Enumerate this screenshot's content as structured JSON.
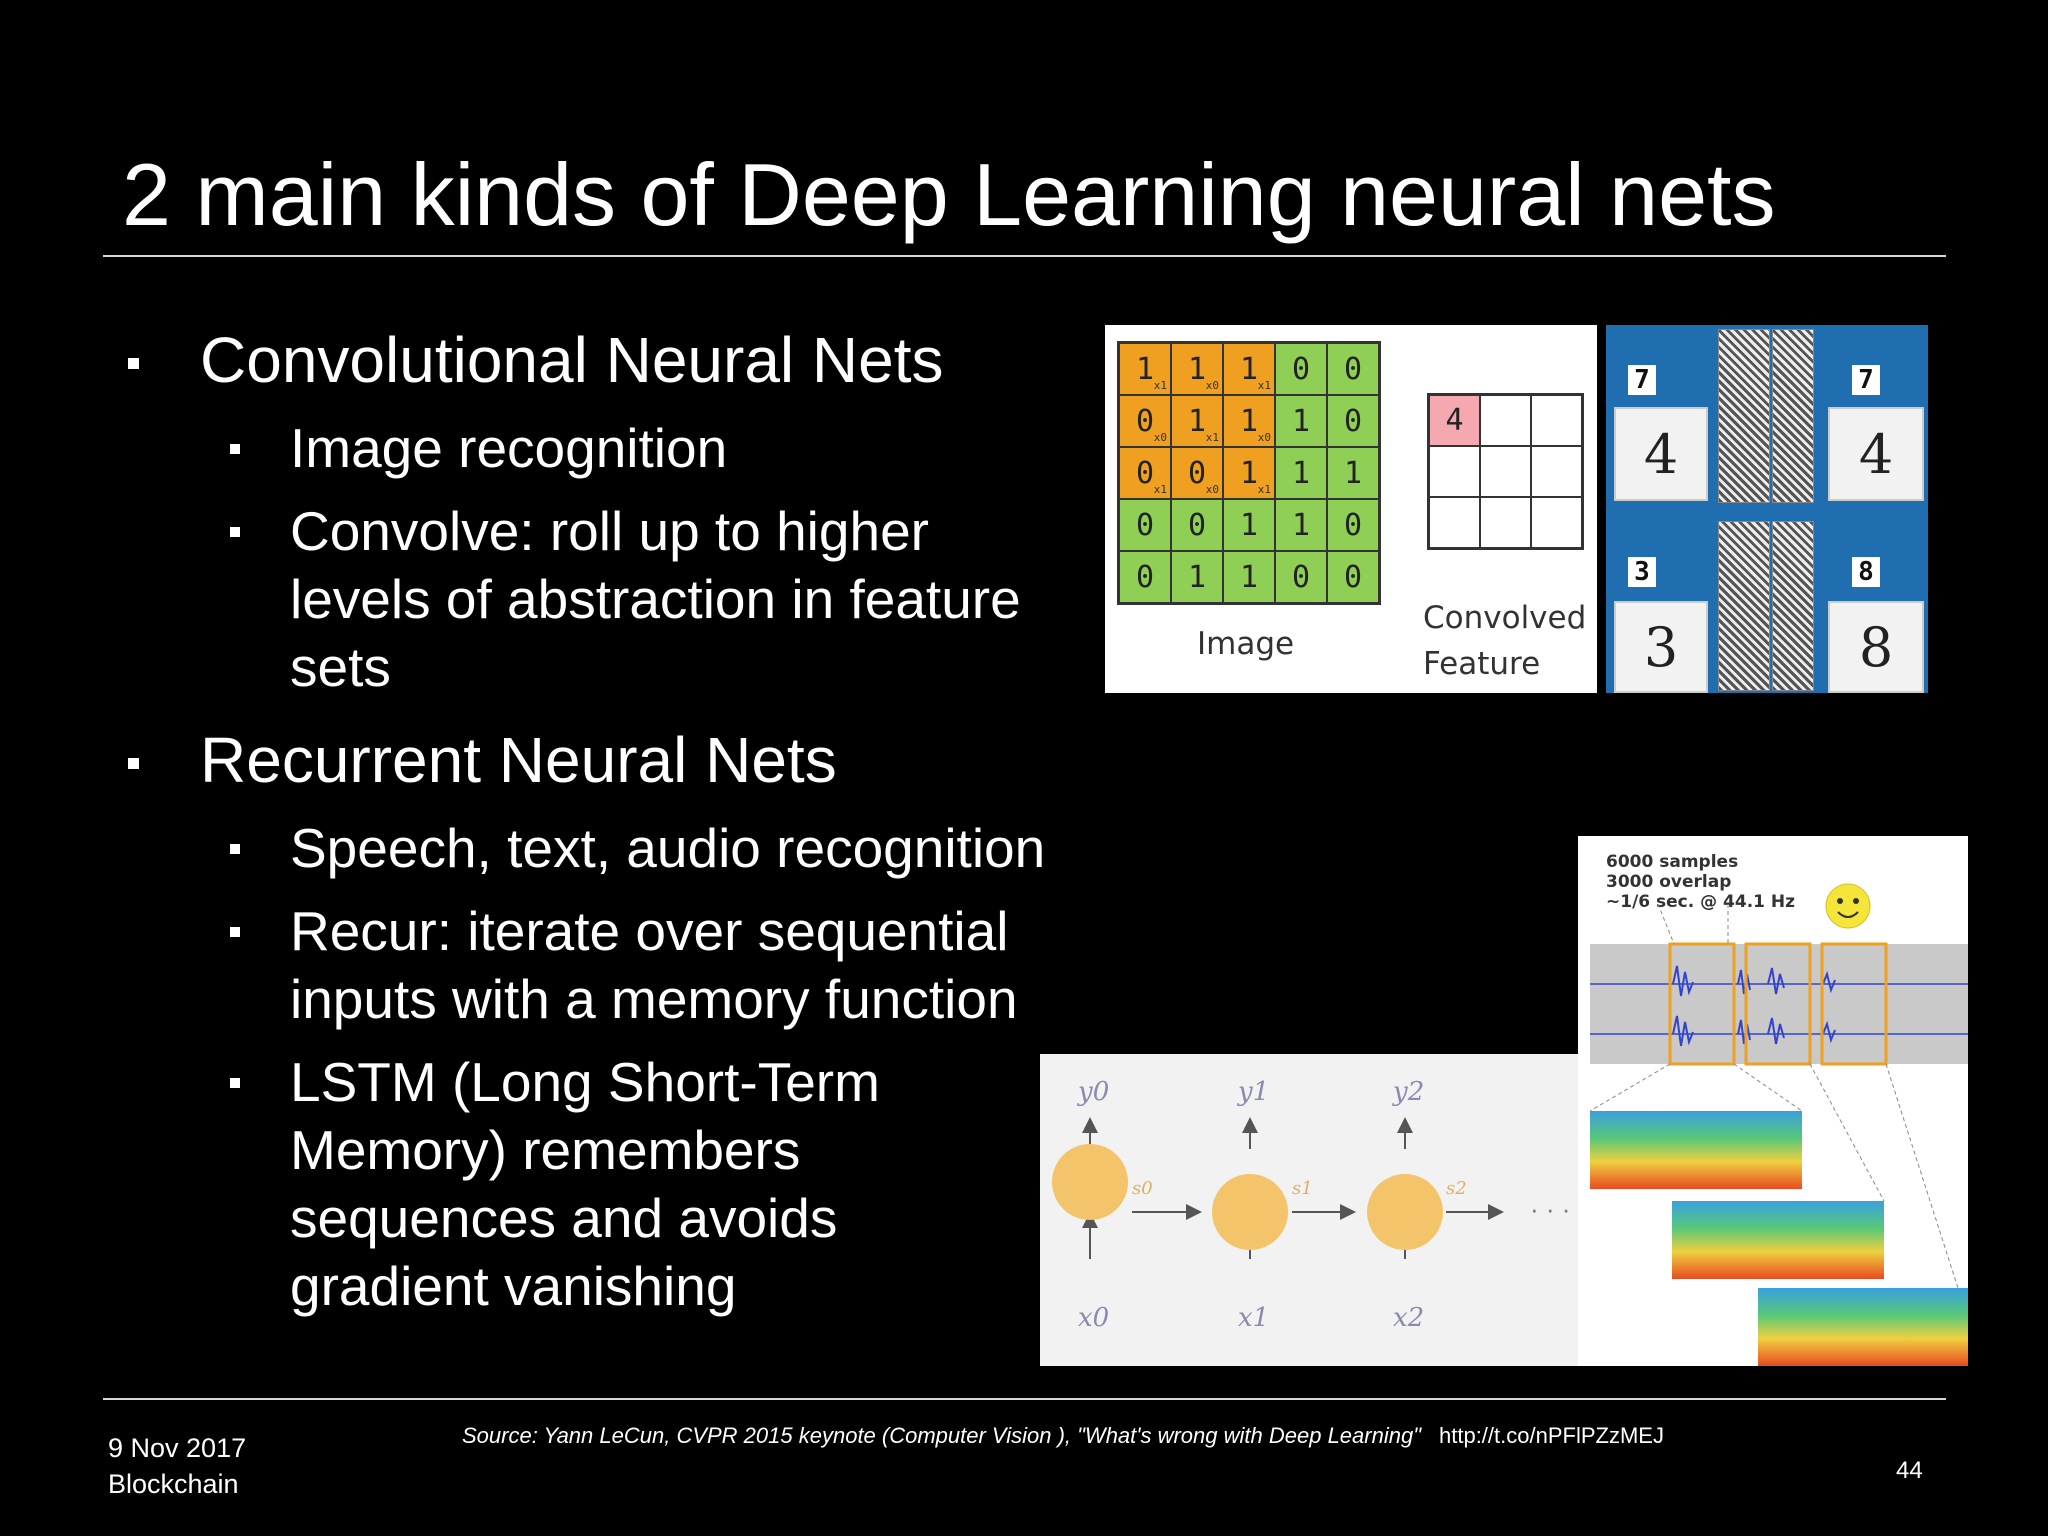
{
  "title": "2 main kinds of Deep Learning neural nets",
  "bullets": {
    "cnn": {
      "label": "Convolutional Neural Nets",
      "sub": [
        "Image recognition",
        "Convolve: roll up to higher",
        "levels of abstraction in feature",
        "sets"
      ]
    },
    "rnn": {
      "label": "Recurrent Neural Nets",
      "sub": [
        "Speech, text, audio recognition",
        "Recur: iterate over sequential",
        "inputs with a memory function",
        "LSTM (Long Short-Term",
        "Memory) remembers",
        "sequences and avoids",
        "gradient vanishing"
      ]
    }
  },
  "cnn_figure": {
    "image_label": "Image",
    "feature_label_1": "Convolved",
    "feature_label_2": "Feature",
    "result_value": "4",
    "grid": [
      [
        "1",
        "1",
        "1",
        "0",
        "0"
      ],
      [
        "0",
        "1",
        "1",
        "1",
        "0"
      ],
      [
        "0",
        "0",
        "1",
        "1",
        "1"
      ],
      [
        "0",
        "0",
        "1",
        "1",
        "0"
      ],
      [
        "0",
        "1",
        "1",
        "0",
        "0"
      ]
    ],
    "kernel_weights": [
      "x1",
      "x0",
      "x1",
      "x0",
      "x1",
      "x0",
      "x1",
      "x0",
      "x1"
    ]
  },
  "digits_figure": {
    "digits": [
      "4",
      "3",
      "8"
    ],
    "mini_labels": [
      "7",
      "3",
      "8"
    ]
  },
  "rnn_figure": {
    "outputs": [
      "y0",
      "y1",
      "y2"
    ],
    "inputs": [
      "x0",
      "x1",
      "x2"
    ],
    "states": [
      "s0",
      "s1",
      "s2"
    ],
    "ellipsis": "· · ·"
  },
  "audio_figure": {
    "line1": "6000 samples",
    "line2": "3000 overlap",
    "line3": "~1/6 sec. @ 44.1 Hz"
  },
  "footer": {
    "date": "9 Nov 2017",
    "topic": "Blockchain",
    "source": "Source: Yann LeCun, CVPR 2015 keynote (Computer Vision ), \"What's wrong with Deep Learning\"",
    "url": "http://t.co/nPFlPZzMEJ",
    "page": "44"
  },
  "colors": {
    "background": "#000000",
    "text": "#ffffff",
    "grid_orange": "#f0a020",
    "grid_green": "#8fcf55",
    "feature_pink": "#f5a8b0",
    "digits_bg": "#1f6fb0",
    "rnn_node": "#f3c46a"
  }
}
